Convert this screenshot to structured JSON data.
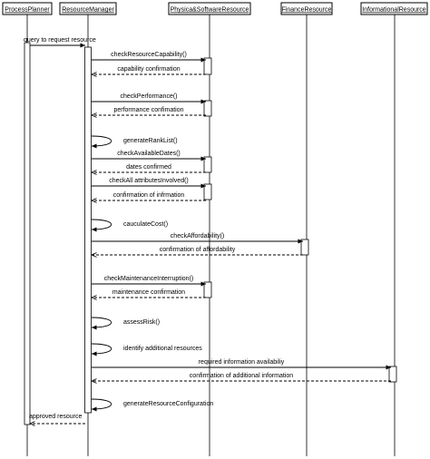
{
  "participants": [
    {
      "id": "pp",
      "label": "ProcessPlanner"
    },
    {
      "id": "rm",
      "label": "ResourceManager"
    },
    {
      "id": "psr",
      "label": "Physica&SoftwareResource"
    },
    {
      "id": "fr",
      "label": "FinanceResource"
    },
    {
      "id": "ir",
      "label": "InformationalResource"
    }
  ],
  "messages": [
    {
      "from": "pp",
      "to": "rm",
      "label": "query to request resource",
      "kind": "sync"
    },
    {
      "from": "rm",
      "to": "psr",
      "label": "checkResourceCapability()",
      "kind": "sync"
    },
    {
      "from": "psr",
      "to": "rm",
      "label": "capability confirmation",
      "kind": "return"
    },
    {
      "from": "rm",
      "to": "psr",
      "label": "checkPerformance()",
      "kind": "sync"
    },
    {
      "from": "psr",
      "to": "rm",
      "label": "performance confimation",
      "kind": "return"
    },
    {
      "from": "rm",
      "to": "rm",
      "label": "generateRankList()",
      "kind": "self"
    },
    {
      "from": "rm",
      "to": "psr",
      "label": "checkAvailableDates()",
      "kind": "sync"
    },
    {
      "from": "psr",
      "to": "rm",
      "label": "dates confirmed",
      "kind": "return"
    },
    {
      "from": "rm",
      "to": "psr",
      "label": "checkAll attributesInvolved()",
      "kind": "sync"
    },
    {
      "from": "psr",
      "to": "rm",
      "label": "confirmation of infrmation",
      "kind": "return"
    },
    {
      "from": "rm",
      "to": "rm",
      "label": "cauculateCost()",
      "kind": "self"
    },
    {
      "from": "rm",
      "to": "fr",
      "label": "checkAffordability()",
      "kind": "sync"
    },
    {
      "from": "fr",
      "to": "rm",
      "label": "confirmation of affordability",
      "kind": "return"
    },
    {
      "from": "rm",
      "to": "psr",
      "label": "checkMaintenanceInterruption()",
      "kind": "sync"
    },
    {
      "from": "psr",
      "to": "rm",
      "label": "maintenance confirmation",
      "kind": "return"
    },
    {
      "from": "rm",
      "to": "rm",
      "label": "assessRisk()",
      "kind": "self"
    },
    {
      "from": "rm",
      "to": "rm",
      "label": "identify additional resources",
      "kind": "self"
    },
    {
      "from": "rm",
      "to": "ir",
      "label": "required information availabiliy",
      "kind": "sync"
    },
    {
      "from": "ir",
      "to": "rm",
      "label": "confirmation of additional information",
      "kind": "return"
    },
    {
      "from": "rm",
      "to": "rm",
      "label": "generateResourceConfiguration",
      "kind": "self"
    },
    {
      "from": "rm",
      "to": "pp",
      "label": "approved resource",
      "kind": "return"
    }
  ]
}
